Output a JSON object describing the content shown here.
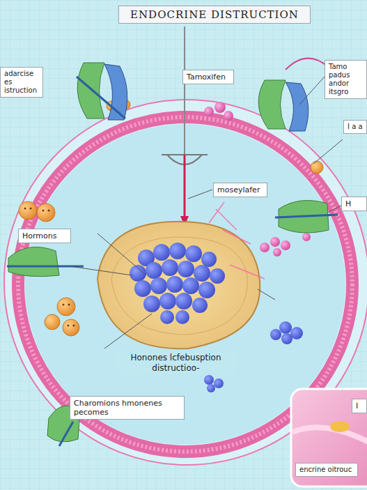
{
  "diagram": {
    "title": "ENDOCRINE DISTRUCTION",
    "nodes": [
      {
        "text": [
          "adarcise es istruction"
        ]
      },
      {
        "text": [
          "Tamoxifen"
        ]
      },
      {
        "text": [
          "Tamo padus andor itsgro"
        ]
      },
      {
        "text": [
          "I a a"
        ]
      },
      {
        "text": [
          "moseylafer"
        ]
      },
      {
        "text": [
          "H"
        ]
      },
      {
        "text": [
          "Hormons"
        ]
      },
      {
        "text": [
          "Charomions hmonenes pecomes"
        ]
      },
      {
        "text": [
          "I"
        ]
      },
      {
        "text": [
          "encrine oitrouc"
        ]
      }
    ],
    "labels": [
      "Honones lcfebusption distructioo-"
    ]
  }
}
